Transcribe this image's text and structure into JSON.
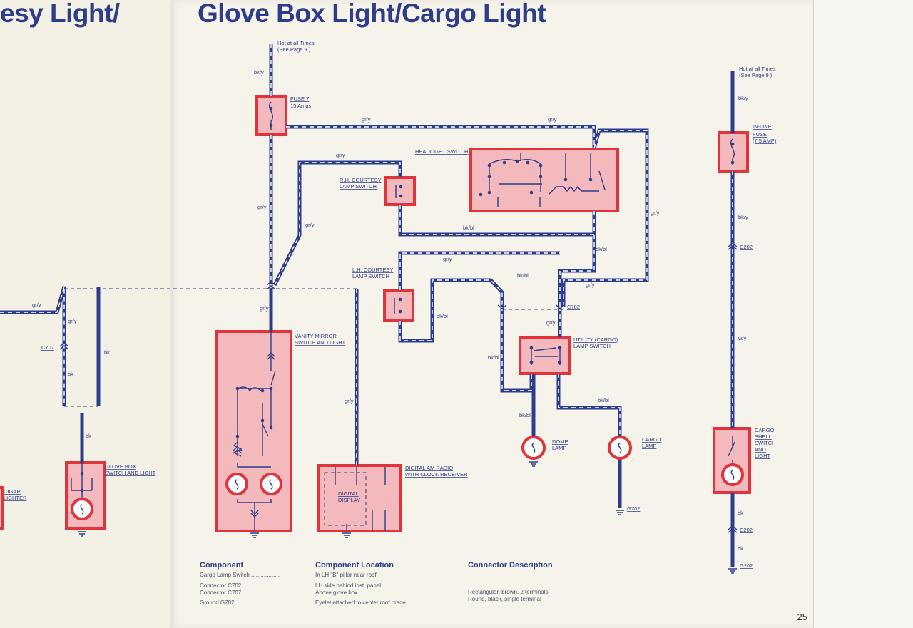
{
  "header": {
    "title_left": "esy Light/",
    "title_right": "Glove Box Light/Cargo Light"
  },
  "page_number": "25",
  "colors": {
    "wire": "#2c3e8a",
    "box_fill": "#f4b9bd",
    "box_stroke": "#e0333a",
    "title": "#2c3e8a"
  },
  "diagram": {
    "hot_left": [
      "Hot at all Times",
      "(See Page 9 )"
    ],
    "hot_right": [
      "Hot at all Times",
      "(See Page 9 )"
    ],
    "fuse7": [
      "FUSE 7",
      "15 Amps"
    ],
    "inline_fuse": [
      "IN-LINE",
      "FUSE",
      "(7.5 AMP)"
    ],
    "headlight_switch": "HEADLIGHT SWITCH",
    "rh_courtesy": [
      "R.H. COURTESY",
      "LAMP SWITCH"
    ],
    "lh_courtesy": [
      "L.H. COURTESY",
      "LAMP SWITCH"
    ],
    "vanity": [
      "VANITY MIRROR",
      "SWITCH AND LIGHT"
    ],
    "utility": [
      "UTILITY (CARGO)",
      "LAMP SWITCH"
    ],
    "radio": [
      "DIGITAL AM RADIO",
      "WITH CLOCK RECEIVER"
    ],
    "digital_display": [
      "DIGITAL",
      "DISPLAY"
    ],
    "dome_lamp": [
      "DOME",
      "LAMP"
    ],
    "cargo_lamp": [
      "CARGO",
      "LAMP"
    ],
    "cargo_shell": [
      "CARGO",
      "SHELL",
      "SWITCH",
      "AND",
      "LIGHT"
    ],
    "glove_box": [
      "GLOVE BOX",
      "SWITCH AND LIGHT"
    ],
    "cigar": [
      "CIGAR",
      "LIGHTER"
    ],
    "wire_colors": {
      "bky": "bk/y",
      "gry": "gr/y",
      "bkbl": "bk/bl",
      "bk": "bk",
      "wy": "w/y"
    },
    "connectors": {
      "c702": "C702",
      "c707": "C707",
      "c202": "C202"
    },
    "grounds": {
      "g702": "G702",
      "g202": "G202"
    }
  },
  "legend": {
    "component": {
      "heading": "Component",
      "rows": [
        "Cargo Lamp Switch ..................",
        "Connector C702 ......................",
        "Connector C707 ......................",
        "Ground G702 ........................."
      ]
    },
    "location": {
      "heading": "Component Location",
      "rows": [
        "In LH \"B\" pillar near roof",
        "LH side behind inst. panel .........................",
        "Above glove box .....................................",
        "Eyelet attached to center roof brace"
      ]
    },
    "connector": {
      "heading": "Connector Description",
      "rows": [
        "Rectangular, brown, 2 terminals",
        "Round, black, single terminal"
      ]
    }
  }
}
